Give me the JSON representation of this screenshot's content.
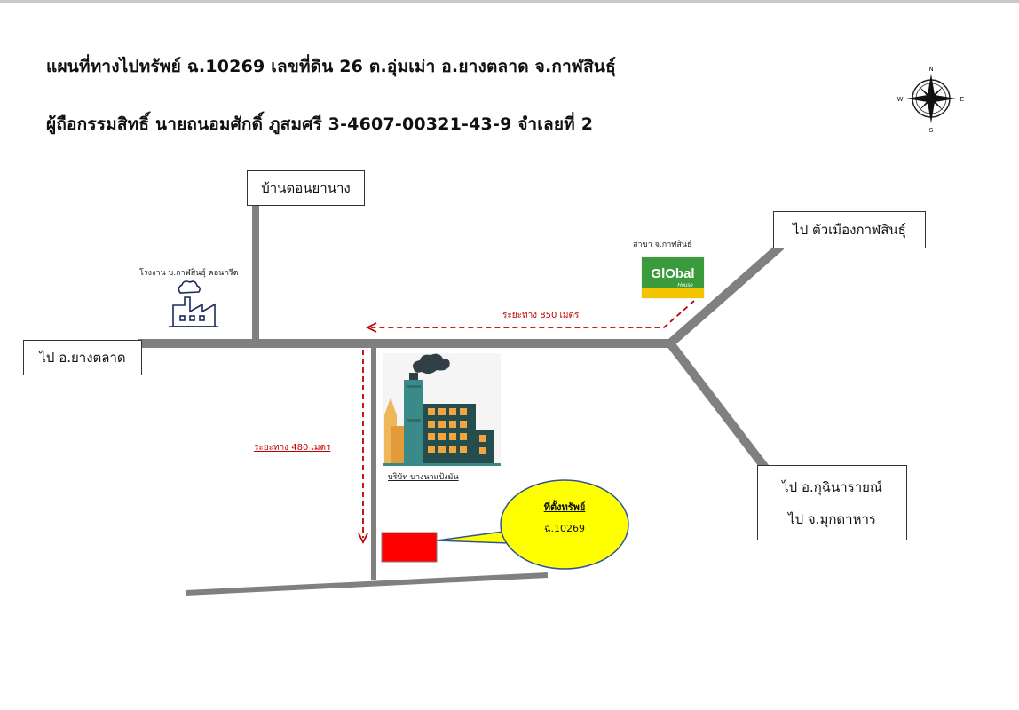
{
  "header": {
    "line1": "แผนที่ทางไปทรัพย์  ฉ.10269   เลขที่ดิน  26   ต.อุ่มเม่า   อ.ยางตลาด   จ.กาฬสินธุ์",
    "line2": "ผู้ถือกรรมสิทธิ์ นายถนอมศักดิ์  ภูสมศรี      3-4607-00321-43-9   จำเลยที่ 2"
  },
  "compass": {
    "n": "N",
    "s": "S",
    "e": "E",
    "w": "W"
  },
  "places": {
    "village": "บ้านดอนยานาง",
    "to_yangtalat": "ไป อ.ยางตลาด",
    "to_kalasin_city": "ไป ตัวเมืองกาฬสินธุ์",
    "to_kuchinarai": "ไป อ.กุฉินารายณ์",
    "to_mukdahan": "ไป จ.มุกดาหาร"
  },
  "landmarks": {
    "concrete_factory": "โรงงาน บ.กาฬสินธุ์ คอนกรีต",
    "global_branch": "สาขา จ.กาฬสินธ์",
    "global_logo": "GlObal",
    "global_logo_sub": "House",
    "company": "บริษัท บางนาแป้งมัน"
  },
  "distances": {
    "horizontal": "ระยะทาง  850  เมตร",
    "vertical": "ระยะทาง 480  เมตร"
  },
  "property": {
    "label": "ที่ตั้งทรัพย์",
    "deed": "ฉ.10269"
  },
  "colors": {
    "road": "#808080",
    "distance_line": "#c00000",
    "property": "#ff0000",
    "callout": "#ffff00",
    "logo_green": "#3b9a3b",
    "logo_yellow": "#f2c500"
  }
}
